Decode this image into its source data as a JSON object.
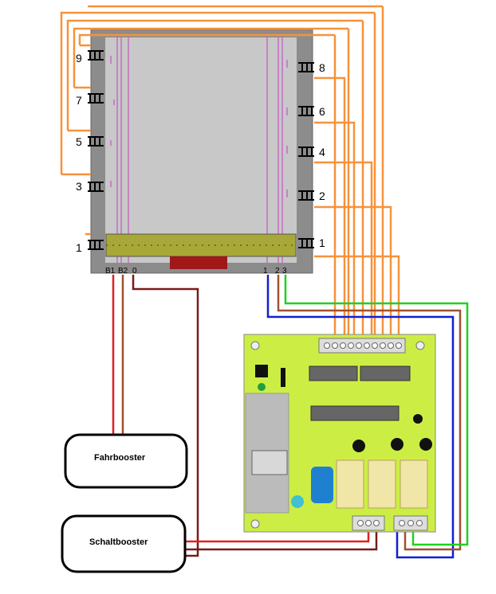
{
  "panel": {
    "left_track_numbers": [
      "9",
      "7",
      "5",
      "3",
      "1"
    ],
    "right_track_numbers": [
      "8",
      "6",
      "4",
      "2",
      "1"
    ],
    "bottom_left_terminals": [
      "B1",
      "B2",
      "0"
    ],
    "bottom_right_terminals": [
      "1",
      "2",
      "3"
    ]
  },
  "boosters": {
    "fahr": "Fahrbooster",
    "schalt": "Schaltbooster"
  },
  "colors": {
    "feeder_wire": "#f7923a",
    "red_wire": "#e02020",
    "brown_wire": "#a0522d",
    "darkred_wire": "#7a1a1a",
    "blue_wire": "#1020d0",
    "green_wire": "#20d020",
    "board": "#ccee44"
  }
}
